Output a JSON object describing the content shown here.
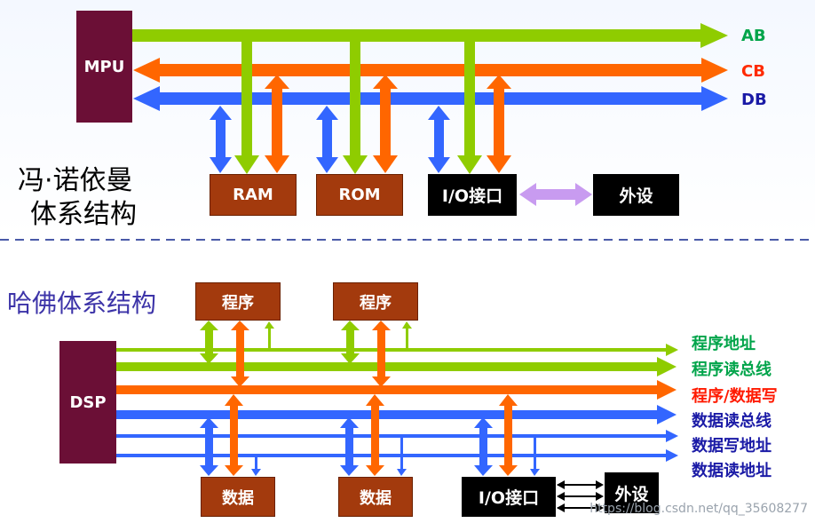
{
  "top": {
    "title_line1": "冯·诺依曼",
    "title_line2": "体系结构",
    "mpu": "MPU",
    "ram": "RAM",
    "rom": "ROM",
    "io": "I/O接口",
    "peripheral": "外设",
    "buses": {
      "ab": "AB",
      "cb": "CB",
      "db": "DB"
    }
  },
  "bottom": {
    "title": "哈佛体系结构",
    "dsp": "DSP",
    "program1": "程序",
    "program2": "程序",
    "data1": "数据",
    "data2": "数据",
    "io": "I/O接口",
    "peripheral": "外设",
    "buses": {
      "b1": "程序地址",
      "b2": "程序读总线",
      "b3": "程序/数据写",
      "b4": "数据读总线",
      "b5": "数据写地址",
      "b6": "数据读地址"
    }
  },
  "colors": {
    "green": "#8fcc00",
    "orange": "#ff6600",
    "blue": "#3366ff",
    "violet": "#c89bf0",
    "box_dark": "#6b0f36",
    "mem_box": "#a33a0d"
  },
  "watermark": "https://blog.csdn.net/qq_35608277"
}
